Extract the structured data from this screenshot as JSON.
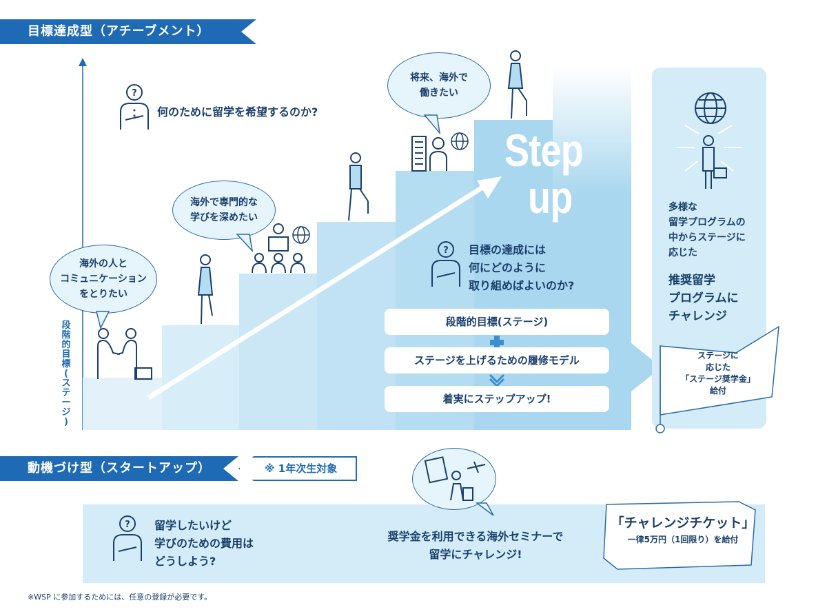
{
  "header_achievement": "目標達成型（アチーブメント）",
  "header_startup": "動機づけ型（スタートアップ）",
  "startup_tag": "※ 1年次生対象",
  "axis_label": "段\n階\n的\n目\n標\n(\nス\nテ\nー\nジ\n)",
  "question_purpose": "何のために留学を希望するのか?",
  "bubble_communication": "海外の人と\nコミュニケーション\nをとりたい",
  "bubble_specialize": "海外で専門的な\n学びを深めたい",
  "bubble_career": "将来、海外で\n働きたい",
  "step_up_1": "Step",
  "step_up_2": "up",
  "question_achieve": "目標の達成には\n何にどのように\n取り組めばよいのか?",
  "pill_stage": "段階的目標(ステージ)",
  "pill_model": "ステージを上げるための履修モデル",
  "pill_result": "着実にステップアップ!",
  "right_program": "多様な\n留学プログラムの\n中からステージに\n応じた",
  "right_challenge": "推奨留学\nプログラムに\nチャレンジ",
  "flag_text": "ステージに\n応じた\n「ステージ奨学金」\n給付",
  "startup_question": "留学したいけど\n学びのための費用は\nどうしよう?",
  "startup_seminar": "奨学金を利用できる海外セミナーで\n留学にチャレンジ!",
  "ticket_title": "「チャレンジチケット」",
  "ticket_sub": "一律5万円（1回限り）を給付",
  "footnote": "※WSP に参加するためには、任意の登録が必要です。",
  "colors": {
    "brand_blue": "#1f6ab5",
    "navy": "#1a3f6b",
    "light_blue": "#d3ecf8",
    "step_blue": "#b5def2"
  }
}
